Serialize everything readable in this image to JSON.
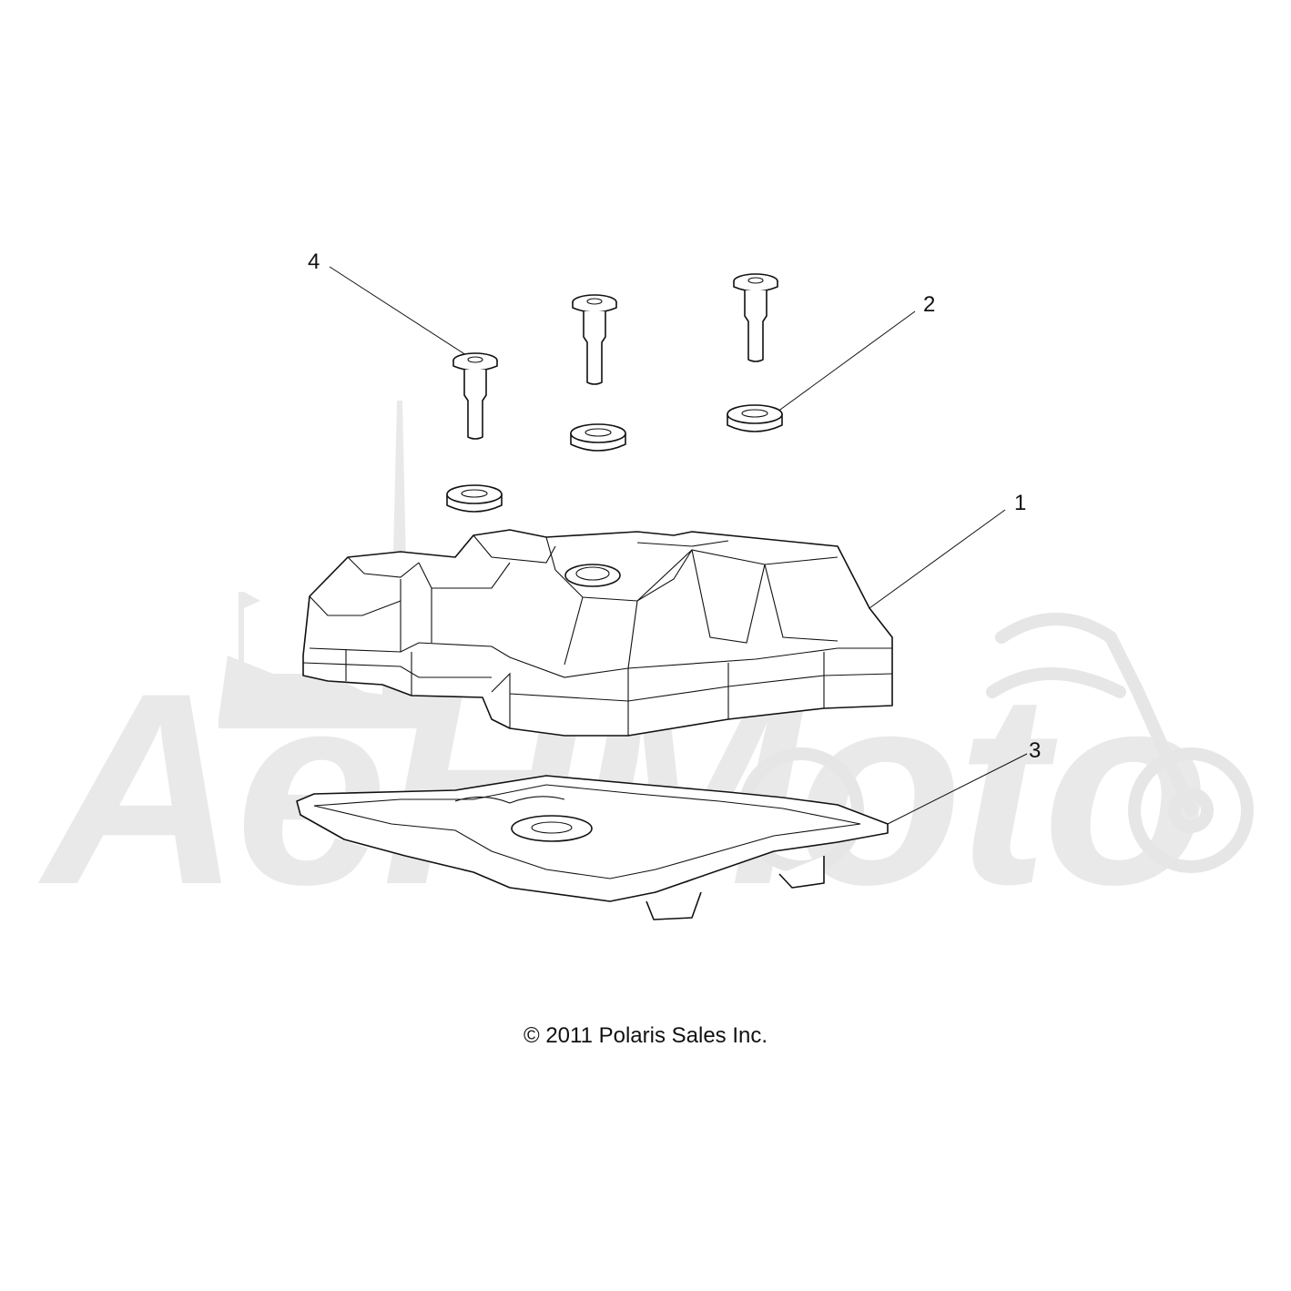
{
  "watermark": {
    "text": "AeHMoto",
    "color": "#e9e9e9"
  },
  "callouts": [
    {
      "id": "1",
      "label": "1"
    },
    {
      "id": "2",
      "label": "2"
    },
    {
      "id": "3",
      "label": "3"
    },
    {
      "id": "4",
      "label": "4"
    }
  ],
  "parts": {
    "valve_cover": "valve-cover",
    "grommets": "grommet",
    "gasket": "gasket",
    "bolts": "shoulder-bolt"
  },
  "footer": {
    "copyright": "© 2011 Polaris Sales Inc."
  }
}
